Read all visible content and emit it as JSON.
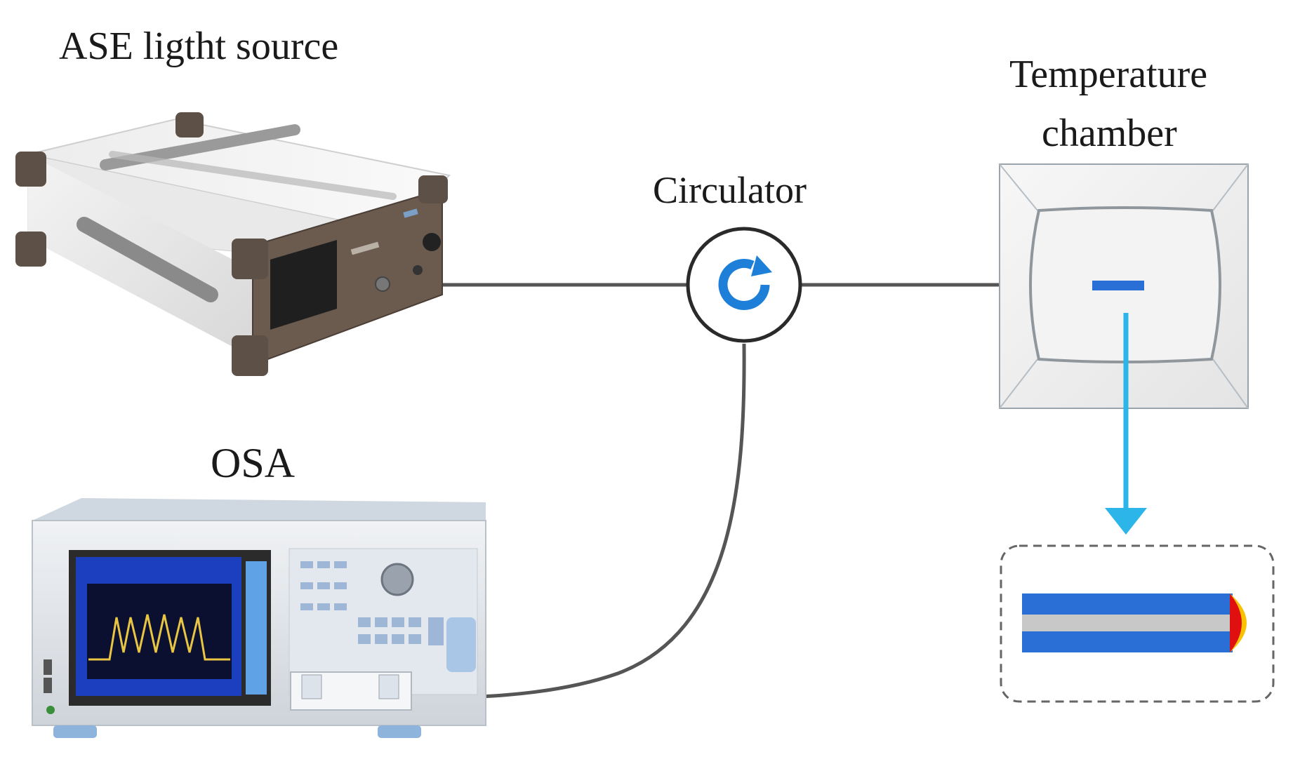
{
  "labels": {
    "ase_source": "ASE ligtht source",
    "circulator": "Circulator",
    "chamber_line1": "Temperature",
    "chamber_line2": "chamber",
    "osa": "OSA"
  },
  "colors": {
    "background": "#ffffff",
    "fiber_line": "#555555",
    "circulator_arrow": "#1e7fd8",
    "fiber_probe": "#2a6fd6",
    "arrow_cyan": "#2bb5e8",
    "fiber_core": "#c8c8c8",
    "fiber_cladding": "#2a6fd6",
    "tip_red": "#e01010",
    "tip_yellow": "#f7c300",
    "osa_screen": "#1c3fbf",
    "osa_trace": "#e8c542"
  },
  "icons": {
    "circulator": "circular-arrow-icon",
    "ase_device": "ase-light-source-device",
    "osa_device": "optical-spectrum-analyzer-device",
    "chamber": "temperature-chamber-box",
    "fiber_detail": "fiber-tip-detail"
  }
}
